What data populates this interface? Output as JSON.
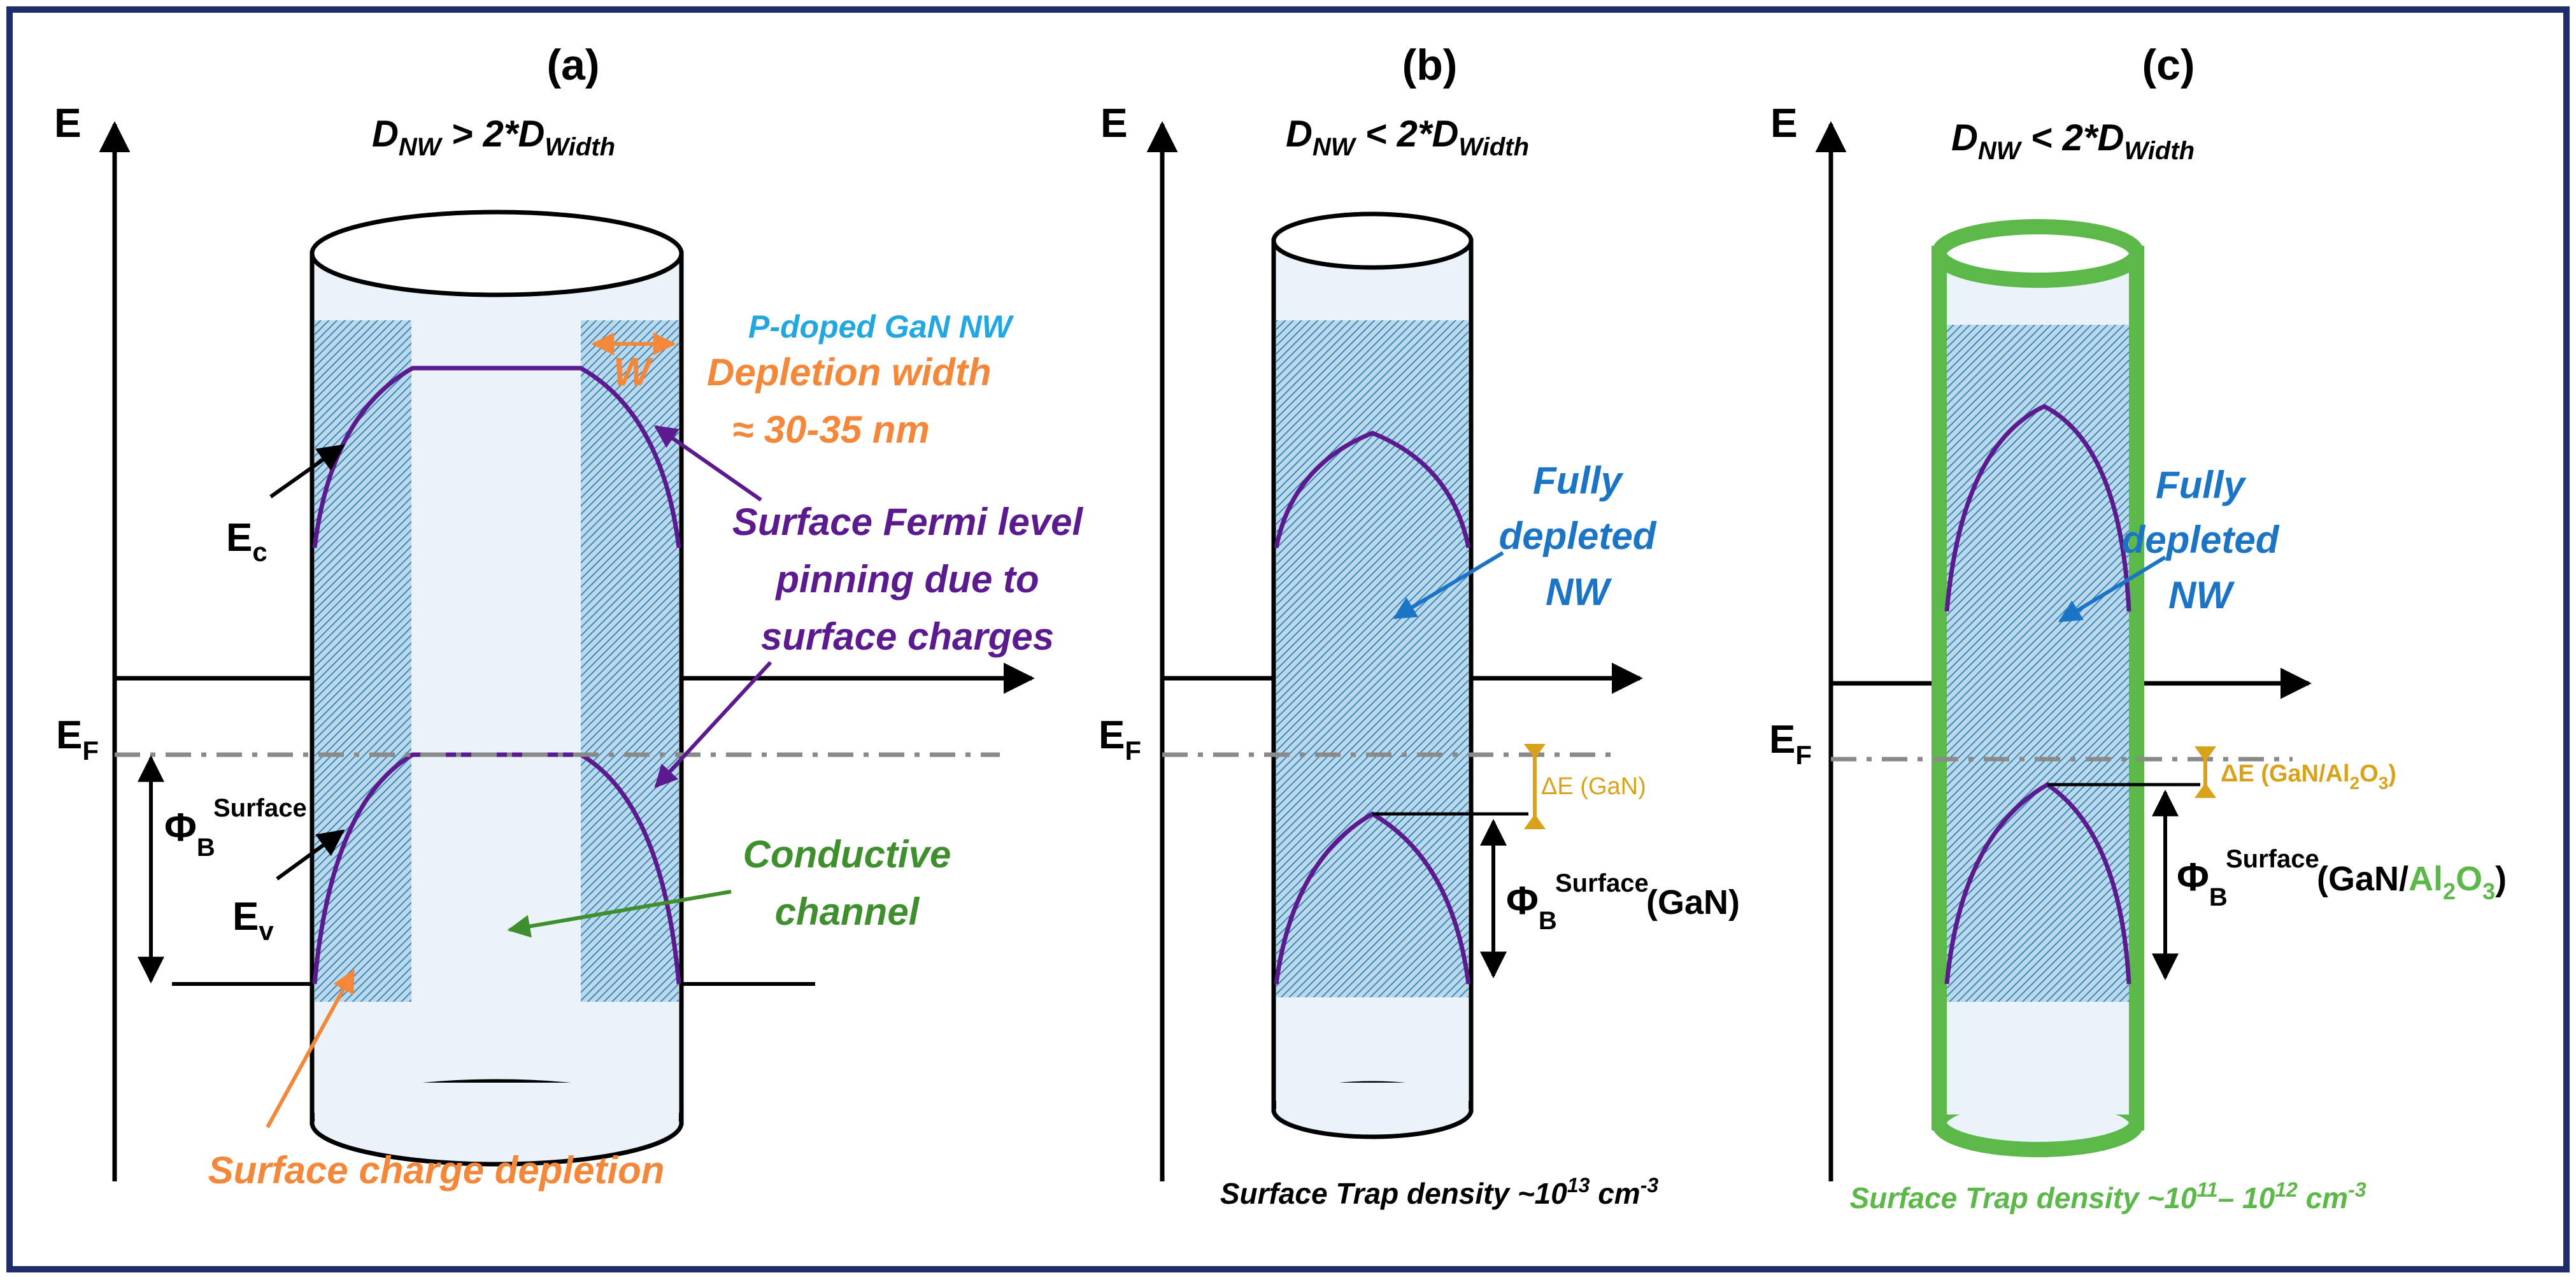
{
  "panels": {
    "a": {
      "label": "(a)",
      "energy_axis": "E",
      "fermi_label": "E",
      "fermi_sub": "F",
      "condition": {
        "d": "D",
        "nw": "NW",
        "rel": " > 2*",
        "d2": "D",
        "width": "Width"
      },
      "ec_main": "E",
      "ec_sub": "c",
      "ev_main": "E",
      "ev_sub": "v",
      "phi_main": "Φ",
      "phi_sub": "B",
      "phi_sup": "Surface",
      "w_label": "W",
      "nw_label": "P-doped  GaN NW",
      "depletion_line1": "Depletion width",
      "depletion_line2": "≈ 30-35 nm",
      "pinning_line1": "Surface Fermi level",
      "pinning_line2": "pinning due to",
      "pinning_line3": "surface charges",
      "channel_line1": "Conductive",
      "channel_line2": "channel",
      "depletion_caption": "Surface charge depletion"
    },
    "b": {
      "label": "(b)",
      "energy_axis": "E",
      "fermi_label": "E",
      "fermi_sub": "F",
      "condition": {
        "d": "D",
        "nw": "NW",
        "rel": " < 2*",
        "d2": "D",
        "width": "Width"
      },
      "depleted_line1": "Fully",
      "depleted_line2": "depleted",
      "depleted_line3": "NW",
      "delta_e": "ΔE (GaN)",
      "phi_main": "Φ",
      "phi_sub": "B",
      "phi_sup": "Surface",
      "phi_tail": "(GaN)",
      "trap_prefix": "Surface Trap density ~10",
      "trap_exp": "13",
      "trap_unit": " cm",
      "trap_unit_exp": "-3"
    },
    "c": {
      "label": "(c)",
      "energy_axis": "E",
      "fermi_label": "E",
      "fermi_sub": "F",
      "condition": {
        "d": "D",
        "nw": "NW",
        "rel": " < 2*",
        "d2": "D",
        "width": "Width"
      },
      "depleted_line1": "Fully",
      "depleted_line2": "depleted",
      "depleted_line3": "NW",
      "delta_e_prefix": "ΔE  (GaN/Al",
      "delta_e_sub": "2",
      "delta_e_mid": "O",
      "delta_e_sub2": "3",
      "delta_e_suffix": ")",
      "phi_main": "Φ",
      "phi_sub": "B",
      "phi_sup": "Surface",
      "phi_tail_a": "(GaN/",
      "phi_tail_b": "Al",
      "phi_tail_b_sub": "2",
      "phi_tail_c": "O",
      "phi_tail_c_sub": "3",
      "phi_tail_d": ")",
      "trap_prefix": "Surface Trap density ~10",
      "trap_exp": "11",
      "trap_mid": "– 10",
      "trap_exp2": "12",
      "trap_unit": " cm",
      "trap_unit_exp": "-3"
    }
  },
  "colors": {
    "frame": "#1f2d6b",
    "purple": "#5b1a8e",
    "orange": "#f4883a",
    "green_text": "#3f8f2f",
    "green_shell": "#5cb848",
    "blue_text": "#1b74c4",
    "cyan_text": "#22a7e0",
    "gold": "#d8a31a",
    "hatch": "#2d7fb5",
    "cylinder_fill": "#eaf3fa"
  }
}
